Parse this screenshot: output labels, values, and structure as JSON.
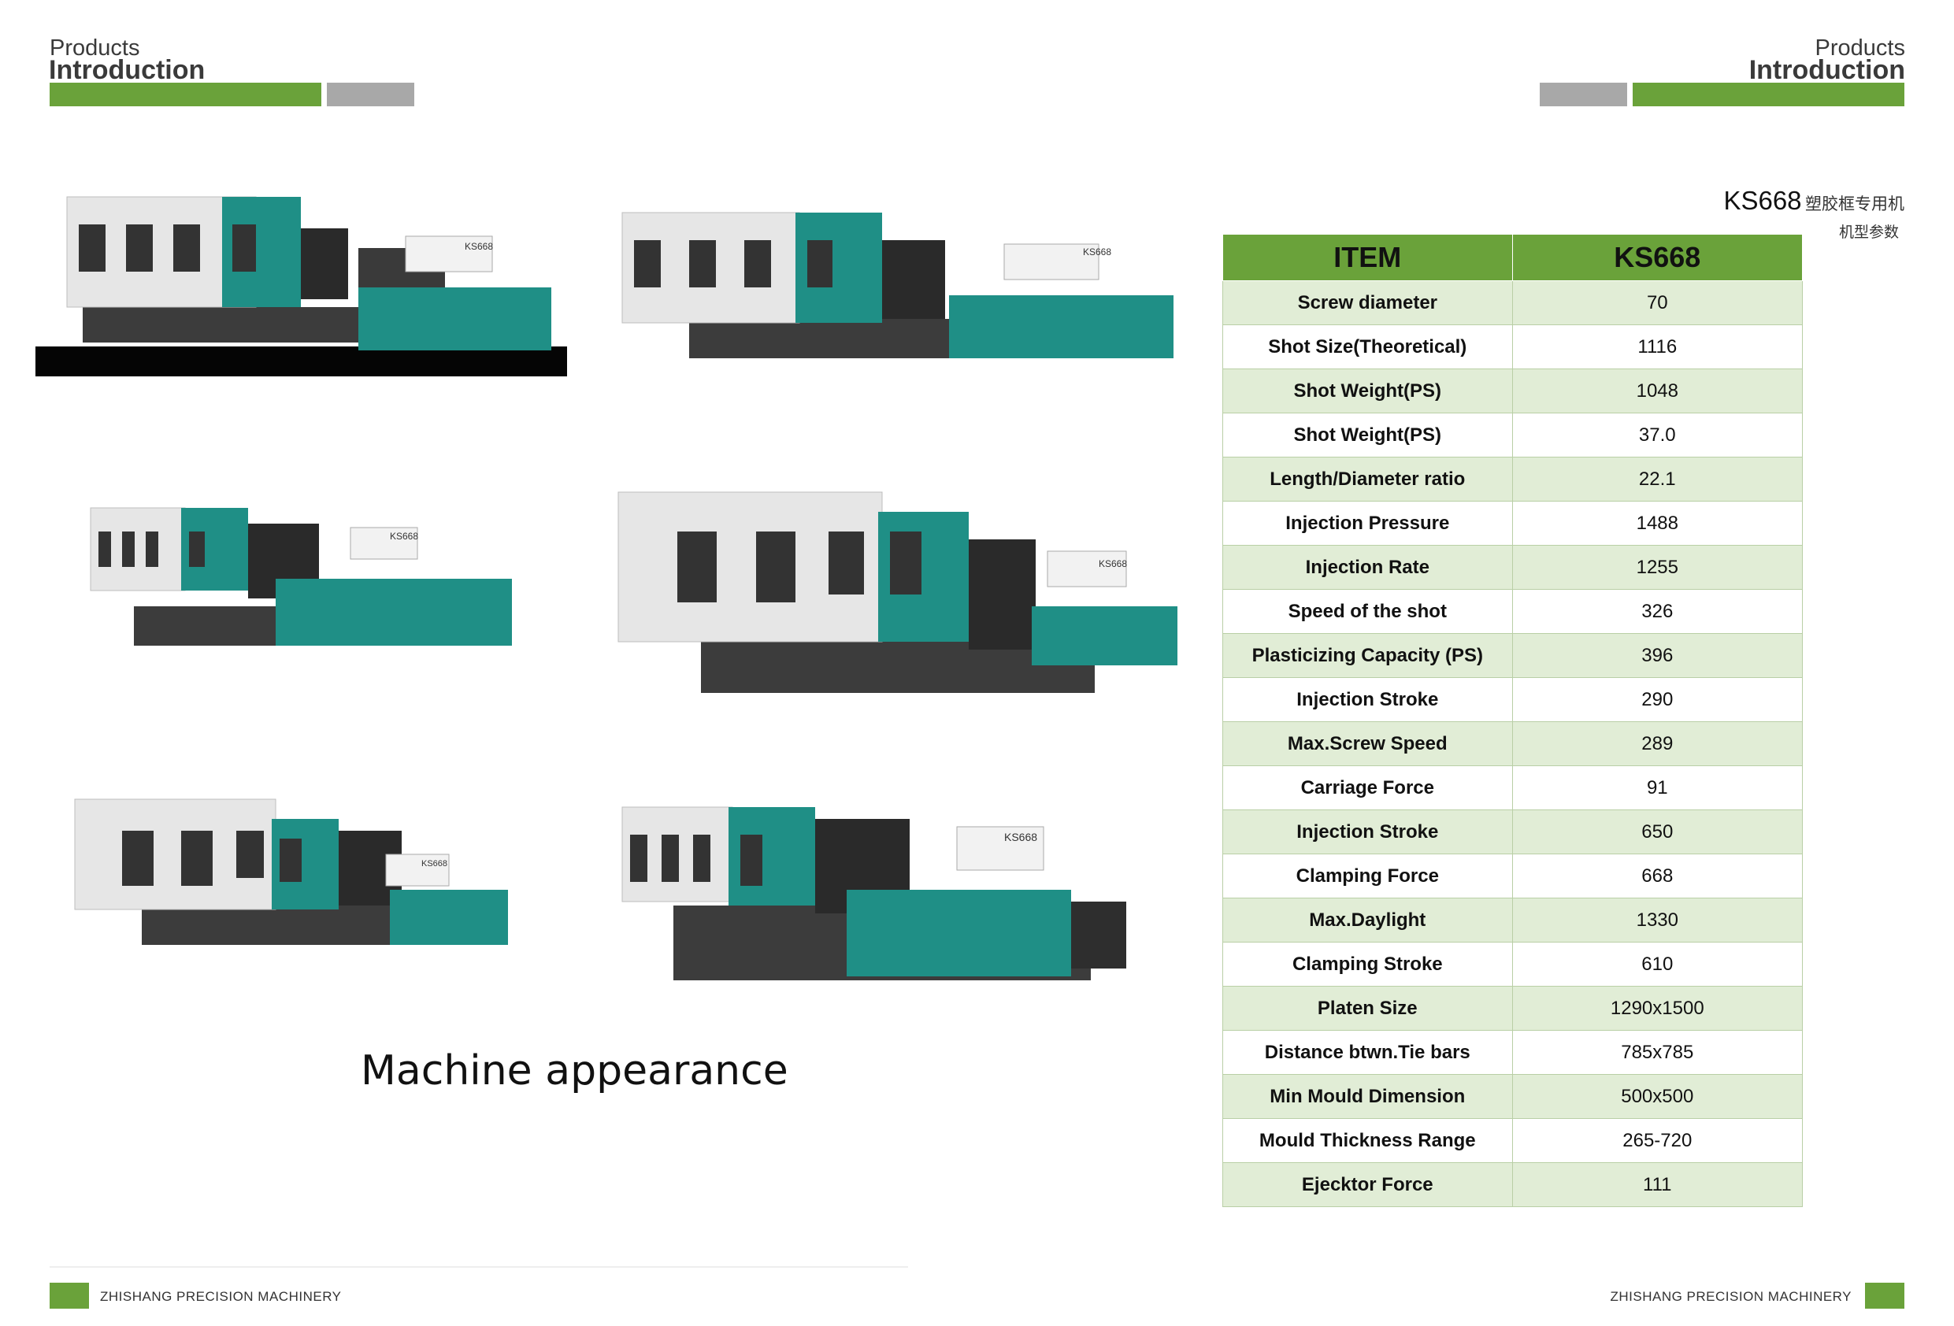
{
  "header_left": {
    "small": "Products",
    "big": "Introduction"
  },
  "header_right": {
    "small": "Products",
    "big": "Introduction"
  },
  "footer_left": "ZHISHANG  PRECISION MACHINERY",
  "footer_right": "ZHISHANG  PRECISION MACHINERY",
  "machine_caption": "Machine appearance",
  "model": {
    "name": "KS668",
    "cn_title": "塑胶框专用机",
    "cn_subtitle": "机型参数"
  },
  "spec_table": {
    "headers": [
      "ITEM",
      "KS668"
    ],
    "rows": [
      {
        "item": "Screw diameter",
        "value": "70"
      },
      {
        "item": "Shot Size(Theoretical)",
        "value": "1116"
      },
      {
        "item": "Shot Weight(PS)",
        "value": "1048"
      },
      {
        "item": "Shot Weight(PS)",
        "value": "37.0"
      },
      {
        "item": "Length/Diameter ratio",
        "value": "22.1"
      },
      {
        "item": "Injection Pressure",
        "value": "1488"
      },
      {
        "item": "Injection Rate",
        "value": "1255"
      },
      {
        "item": "Speed of the shot",
        "value": "326"
      },
      {
        "item": "Plasticizing Capacity (PS)",
        "value": "396"
      },
      {
        "item": "Injection Stroke",
        "value": "290"
      },
      {
        "item": "Max.Screw Speed",
        "value": "289"
      },
      {
        "item": "Carriage Force",
        "value": "91"
      },
      {
        "item": "Injection Stroke",
        "value": "650"
      },
      {
        "item": "Clamping Force",
        "value": "668"
      },
      {
        "item": "Max.Daylight",
        "value": "1330"
      },
      {
        "item": "Clamping Stroke",
        "value": "610"
      },
      {
        "item": "Platen Size",
        "value": "1290x1500"
      },
      {
        "item": "Distance btwn.Tie bars",
        "value": "785x785"
      },
      {
        "item": "Min Mould Dimension",
        "value": "500x500"
      },
      {
        "item": "Mould Thickness Range",
        "value": "265-720"
      },
      {
        "item": "Ejecktor Force",
        "value": "111"
      }
    ]
  },
  "machine_images": [
    {
      "label": "KS668"
    },
    {
      "label": "KS668"
    },
    {
      "label": "KS668"
    },
    {
      "label": "KS668"
    },
    {
      "label": "KS668"
    },
    {
      "label": "KS668"
    }
  ],
  "colors": {
    "accent": "#6aa23a",
    "teal": "#1f8f86",
    "gray_bar": "#a8a8a8",
    "row_tint": "#e1edd6"
  }
}
